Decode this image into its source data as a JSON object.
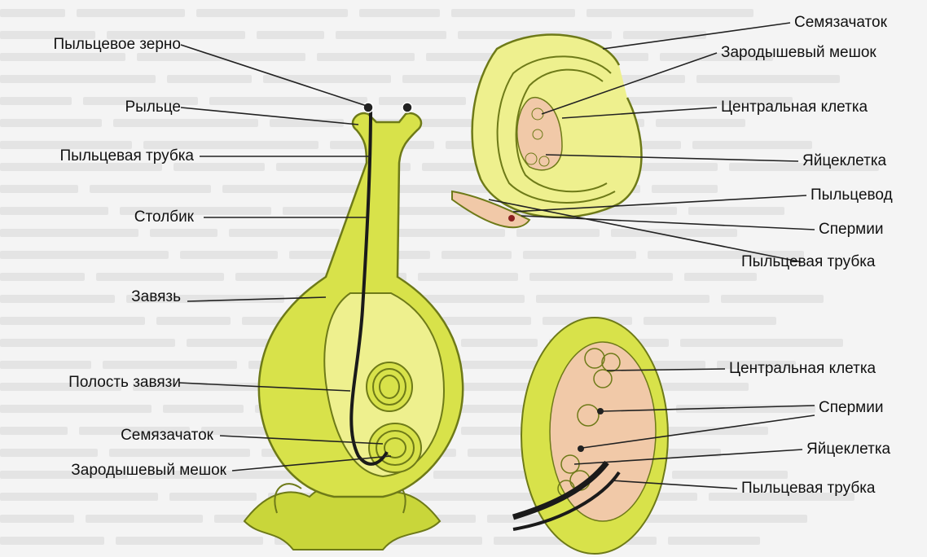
{
  "labels_left": [
    {
      "key": "pollen_grain",
      "text": "Пыльцевое зерно"
    },
    {
      "key": "stigma",
      "text": "Рыльце"
    },
    {
      "key": "pollen_tube",
      "text": "Пыльцевая трубка"
    },
    {
      "key": "style",
      "text": "Столбик"
    },
    {
      "key": "ovary",
      "text": "Завязь"
    },
    {
      "key": "ovary_cavity",
      "text": "Полость завязи"
    },
    {
      "key": "ovule",
      "text": "Семязачаток"
    },
    {
      "key": "embryo_sac",
      "text": "Зародышевый мешок"
    }
  ],
  "labels_right_top": [
    {
      "key": "ovule",
      "text": "Семязачаток"
    },
    {
      "key": "embryo_sac",
      "text": "Зародышевый мешок"
    },
    {
      "key": "central_cell",
      "text": "Центральная клетка"
    },
    {
      "key": "egg_cell",
      "text": "Яйцеклетка"
    },
    {
      "key": "micropyle",
      "text": "Пыльцевод"
    },
    {
      "key": "sperms",
      "text": "Спермии"
    },
    {
      "key": "pollen_tube",
      "text": "Пыльцевая трубка"
    }
  ],
  "labels_right_bottom": [
    {
      "key": "central_cell",
      "text": "Центральная клетка"
    },
    {
      "key": "sperms",
      "text": "Спермии"
    },
    {
      "key": "egg_cell",
      "text": "Яйцеклетка"
    },
    {
      "key": "pollen_tube",
      "text": "Пыльцевая трубка"
    }
  ],
  "colors": {
    "pistil": "#d8e24a",
    "pistil_light": "#eef08e",
    "pistil_outline": "#6e7a18",
    "embryo_sac": "#f1c9a8",
    "tube": "#1a1a1a",
    "leader": "#222222"
  }
}
